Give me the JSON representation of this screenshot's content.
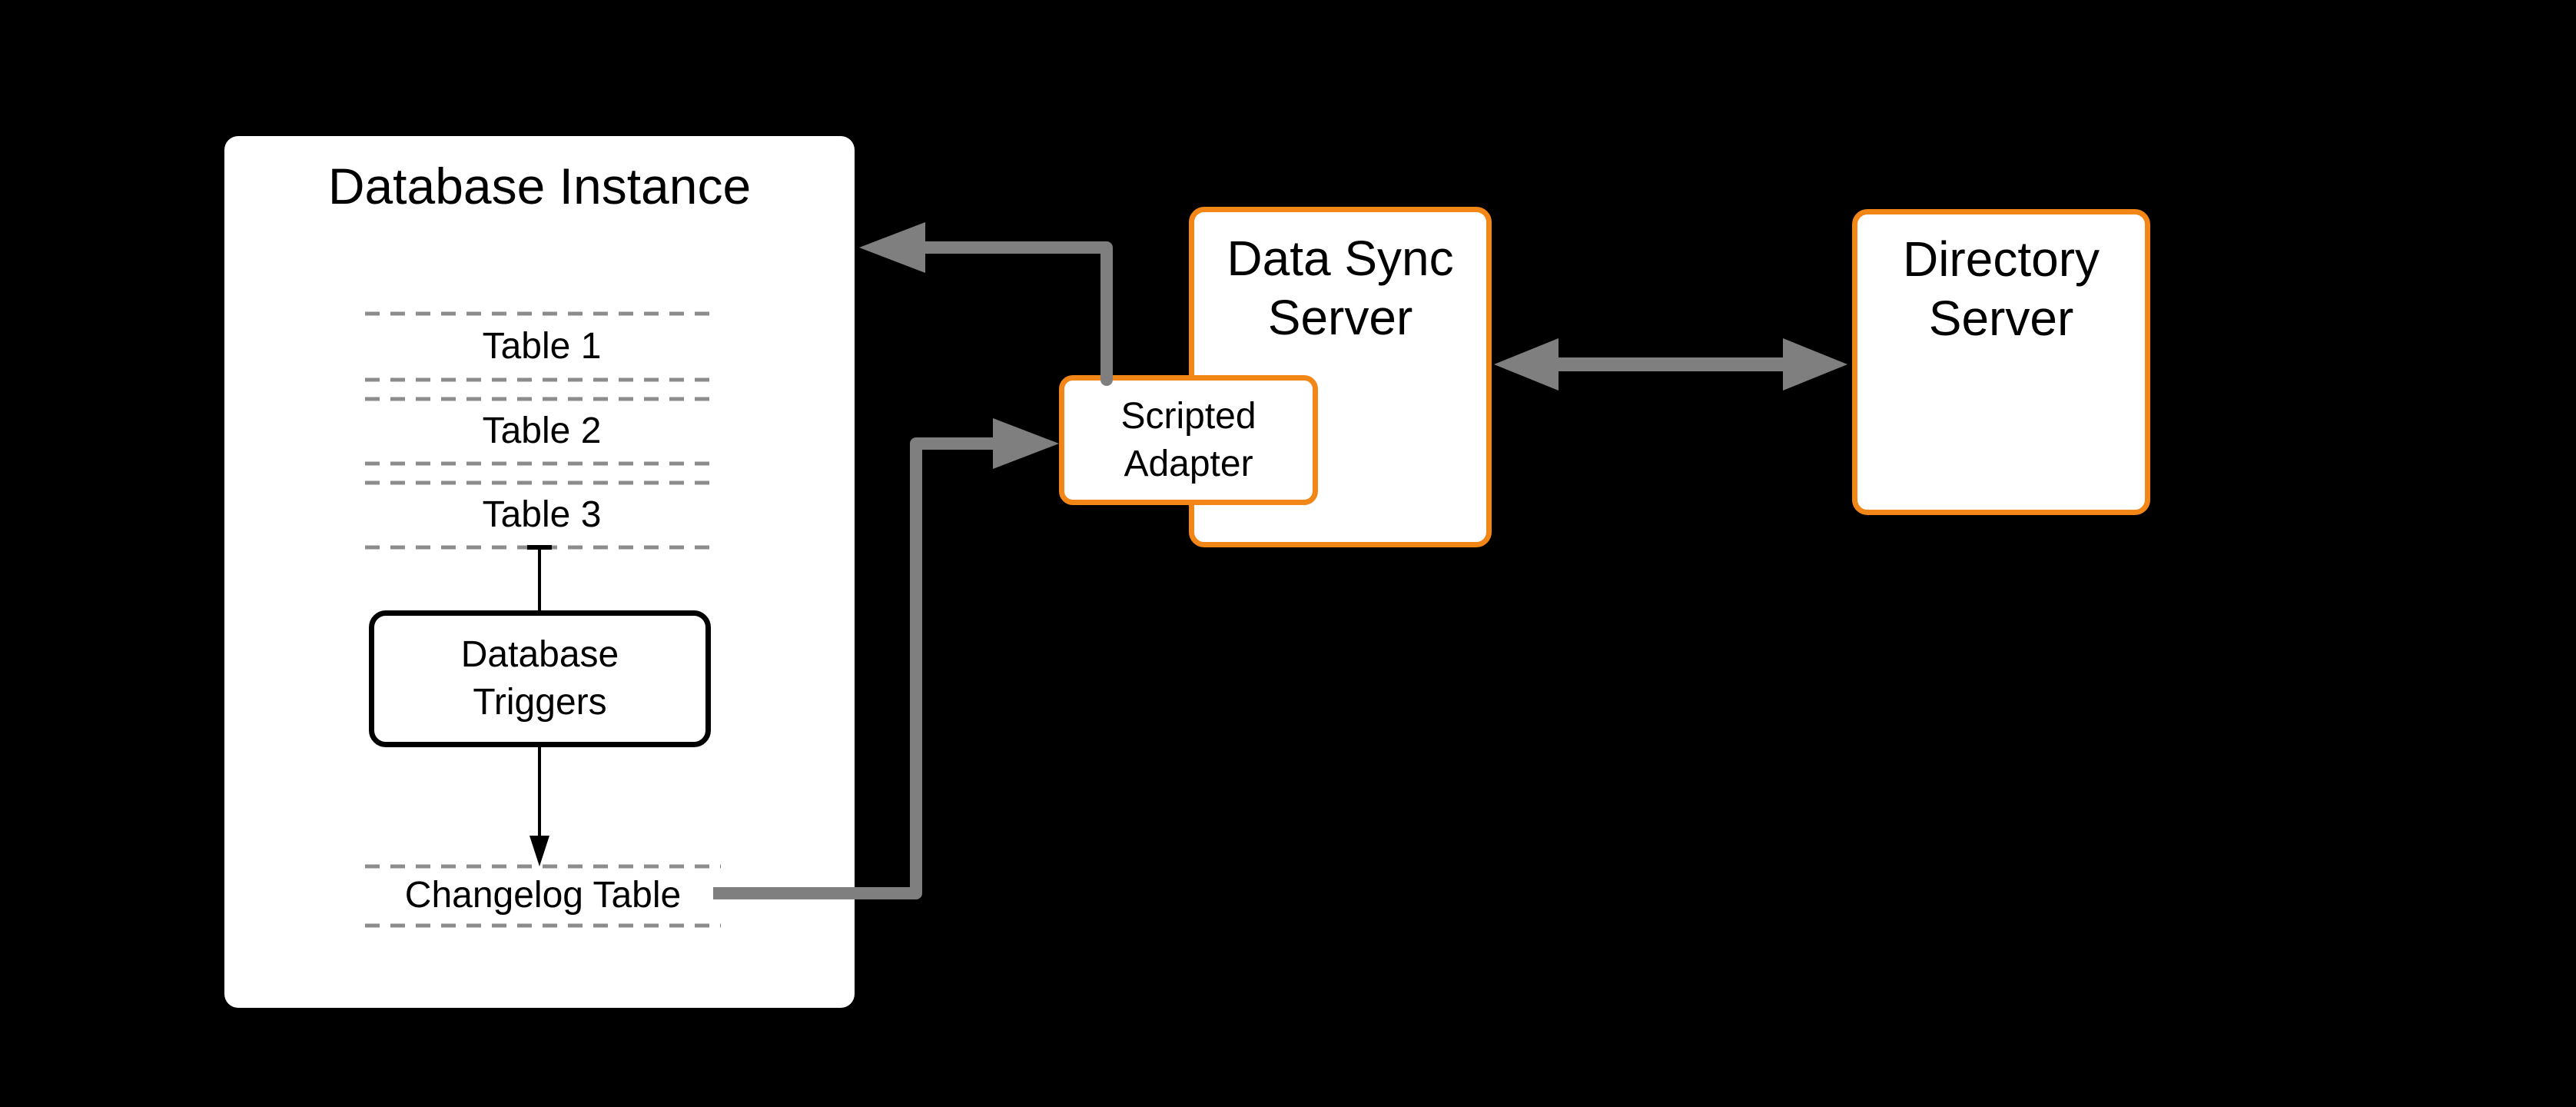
{
  "diagram": {
    "background_color": "#000000",
    "colors": {
      "node_fill": "#ffffff",
      "orange_border": "#F28718",
      "black_border": "#000000",
      "connector_gray": "#7F7F7F",
      "dashed_line_gray": "#8C8C8C",
      "text": "#000000"
    },
    "nodes": {
      "database_instance": {
        "title": "Database Instance",
        "tables": [
          {
            "label": "Table 1"
          },
          {
            "label": "Table 2"
          },
          {
            "label": "Table 3"
          }
        ],
        "triggers": {
          "label": "Database Triggers",
          "line1": "Database",
          "line2": "Triggers"
        },
        "changelog": {
          "label": "Changelog Table"
        }
      },
      "data_sync_server": {
        "title": "Data Sync Server",
        "line1": "Data Sync",
        "line2": "Server"
      },
      "scripted_adapter": {
        "label": "Scripted Adapter",
        "line1": "Scripted",
        "line2": "Adapter"
      },
      "directory_server": {
        "title": "Directory Server",
        "line1": "Directory",
        "line2": "Server"
      }
    },
    "edges": [
      {
        "from": "table-3",
        "to": "database-triggers",
        "style": "thin-black-line-tbar-start"
      },
      {
        "from": "database-triggers",
        "to": "changelog-table",
        "style": "thin-black-arrow"
      },
      {
        "from": "changelog-table",
        "to": "scripted-adapter",
        "style": "thick-gray-arrow"
      },
      {
        "from": "scripted-adapter",
        "to": "database-instance",
        "style": "thick-gray-arrow"
      },
      {
        "from": "data-sync-server",
        "to": "directory-server",
        "style": "thick-gray-double-arrow"
      }
    ]
  }
}
